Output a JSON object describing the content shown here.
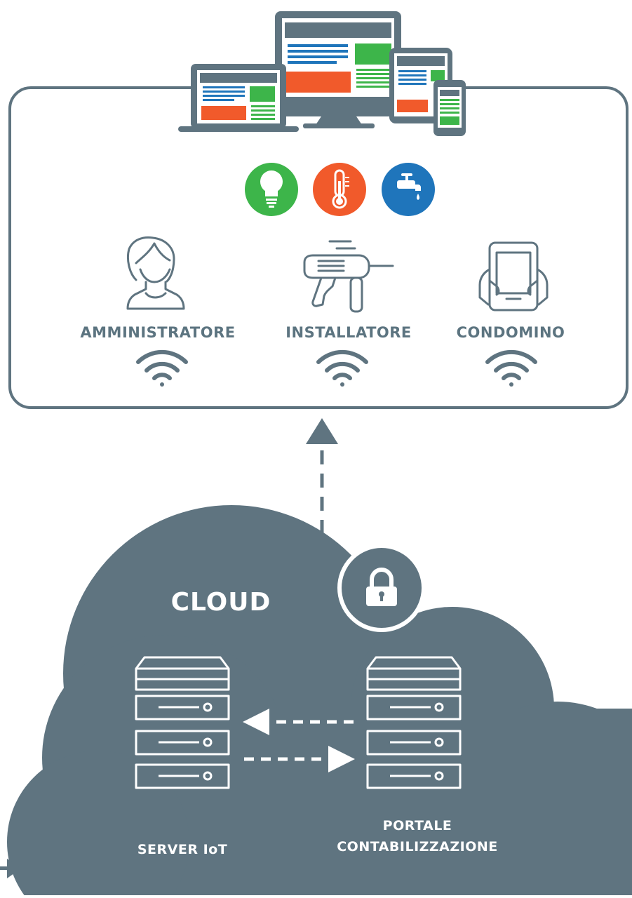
{
  "colors": {
    "slate": "#5f7480",
    "slate_dark": "#4f6470",
    "green": "#3db54a",
    "orange": "#f15a2b",
    "blue": "#1f75bb",
    "white": "#ffffff"
  },
  "icons": {
    "utilities": [
      "lightbulb-icon",
      "thermometer-icon",
      "water-tap-icon"
    ],
    "roles": [
      "user-icon",
      "tool-icon",
      "tablet-hands-icon"
    ],
    "servers": [
      "server-rack-icon",
      "server-rack-icon"
    ],
    "security": "padlock-icon",
    "signal": "wifi-icon"
  },
  "roles": {
    "admin": {
      "label": "AMMINISTRATORE"
    },
    "installer": {
      "label": "INSTALLATORE"
    },
    "tenant": {
      "label": "CONDOMINO"
    }
  },
  "cloud": {
    "title": "CLOUD",
    "server_iot": "SERVER IoT",
    "portal_line1": "PORTALE",
    "portal_line2": "CONTABILIZZAZIONE"
  }
}
